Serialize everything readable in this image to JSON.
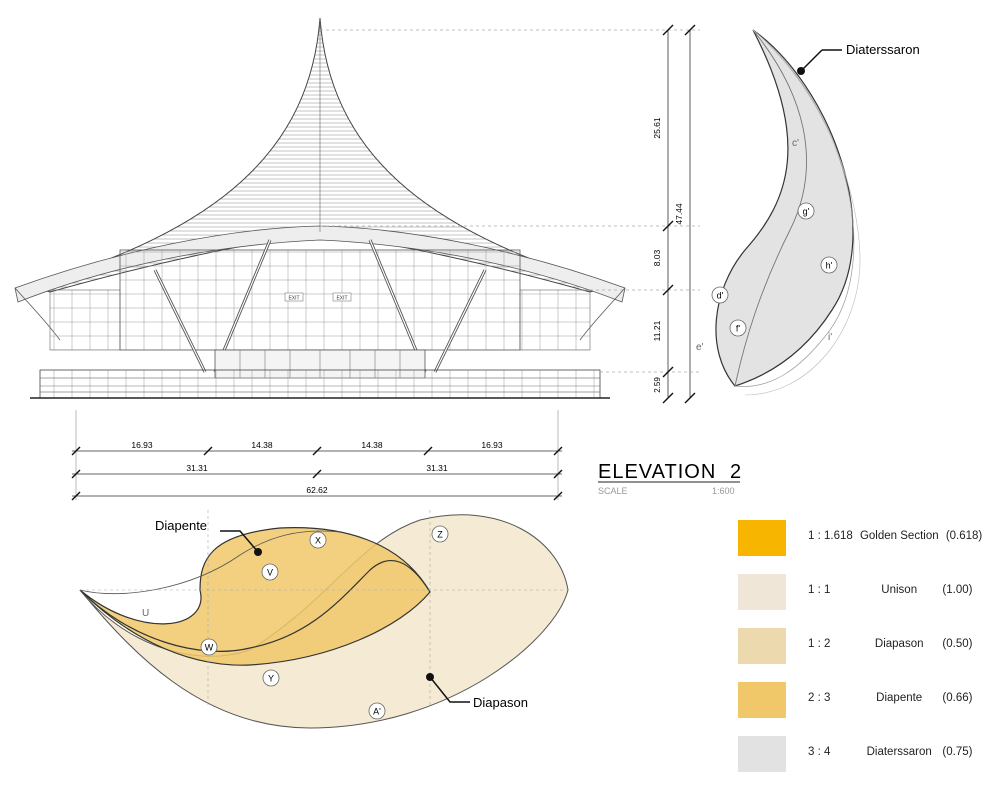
{
  "title": {
    "heading": "ELEVATION",
    "number": "2",
    "scale_label": "SCALE",
    "scale_value": "1:600"
  },
  "horizontal_dimensions": {
    "row1": [
      "16.93",
      "14.38",
      "14.38",
      "16.93"
    ],
    "row2": [
      "31.31",
      "31.31"
    ],
    "row3": [
      "62.62"
    ]
  },
  "vertical_dimensions": {
    "segments": [
      "25.61",
      "8.03",
      "11.21",
      "2.59"
    ],
    "total": "47.44"
  },
  "building_signs": [
    "EXIT",
    "EXIT"
  ],
  "top_curve": {
    "callout": "Diaterssaron",
    "curve_labels": [
      "c'",
      "e'",
      "i'"
    ],
    "circle_labels": [
      "g'",
      "h'",
      "d'",
      "f'"
    ]
  },
  "bottom_curve": {
    "callouts": [
      "Diapente",
      "Diapason"
    ],
    "plain_labels": [
      "U",
      "A'"
    ],
    "circle_labels": [
      "X",
      "Z",
      "V",
      "W",
      "Y"
    ]
  },
  "legend": [
    {
      "ratio": "1 : 1.618",
      "name": "Golden Section",
      "value": "(0.618)",
      "color": "#F7B500"
    },
    {
      "ratio": "1 : 1",
      "name": "Unison",
      "value": "(1.00)",
      "color": "#EFE6D8"
    },
    {
      "ratio": "1 : 2",
      "name": "Diapason",
      "value": "(0.50)",
      "color": "#EDD9AE"
    },
    {
      "ratio": "2 : 3",
      "name": "Diapente",
      "value": "(0.66)",
      "color": "#F0C869"
    },
    {
      "ratio": "3 : 4",
      "name": "Diaterssaron",
      "value": "(0.75)",
      "color": "#E2E2E2"
    }
  ]
}
